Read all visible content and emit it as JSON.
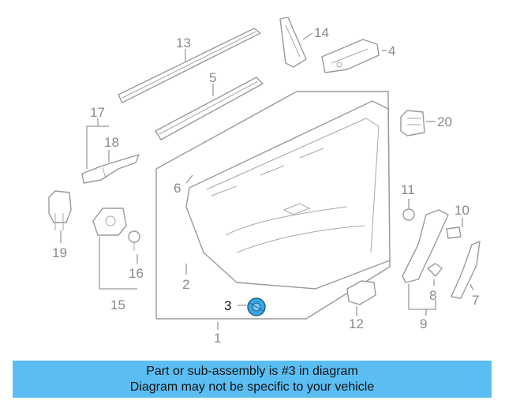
{
  "callouts": {
    "c1": "1",
    "c2": "2",
    "c3": "3",
    "c4": "4",
    "c5": "5",
    "c6": "6",
    "c7": "7",
    "c8": "8",
    "c9": "9",
    "c10": "10",
    "c11": "11",
    "c12": "12",
    "c13": "13",
    "c14": "14",
    "c15": "15",
    "c16": "16",
    "c17": "17",
    "c18": "18",
    "c19": "19",
    "c20": "20"
  },
  "highlighted_part": "3",
  "colors": {
    "banner_bg": "#5bbef3",
    "highlight_part": "#3aa6e8",
    "line_art": "#9a9a9a"
  },
  "banner": {
    "line1": "Part or sub-assembly is #3 in diagram",
    "line2": "Diagram may not be specific to your vehicle"
  }
}
